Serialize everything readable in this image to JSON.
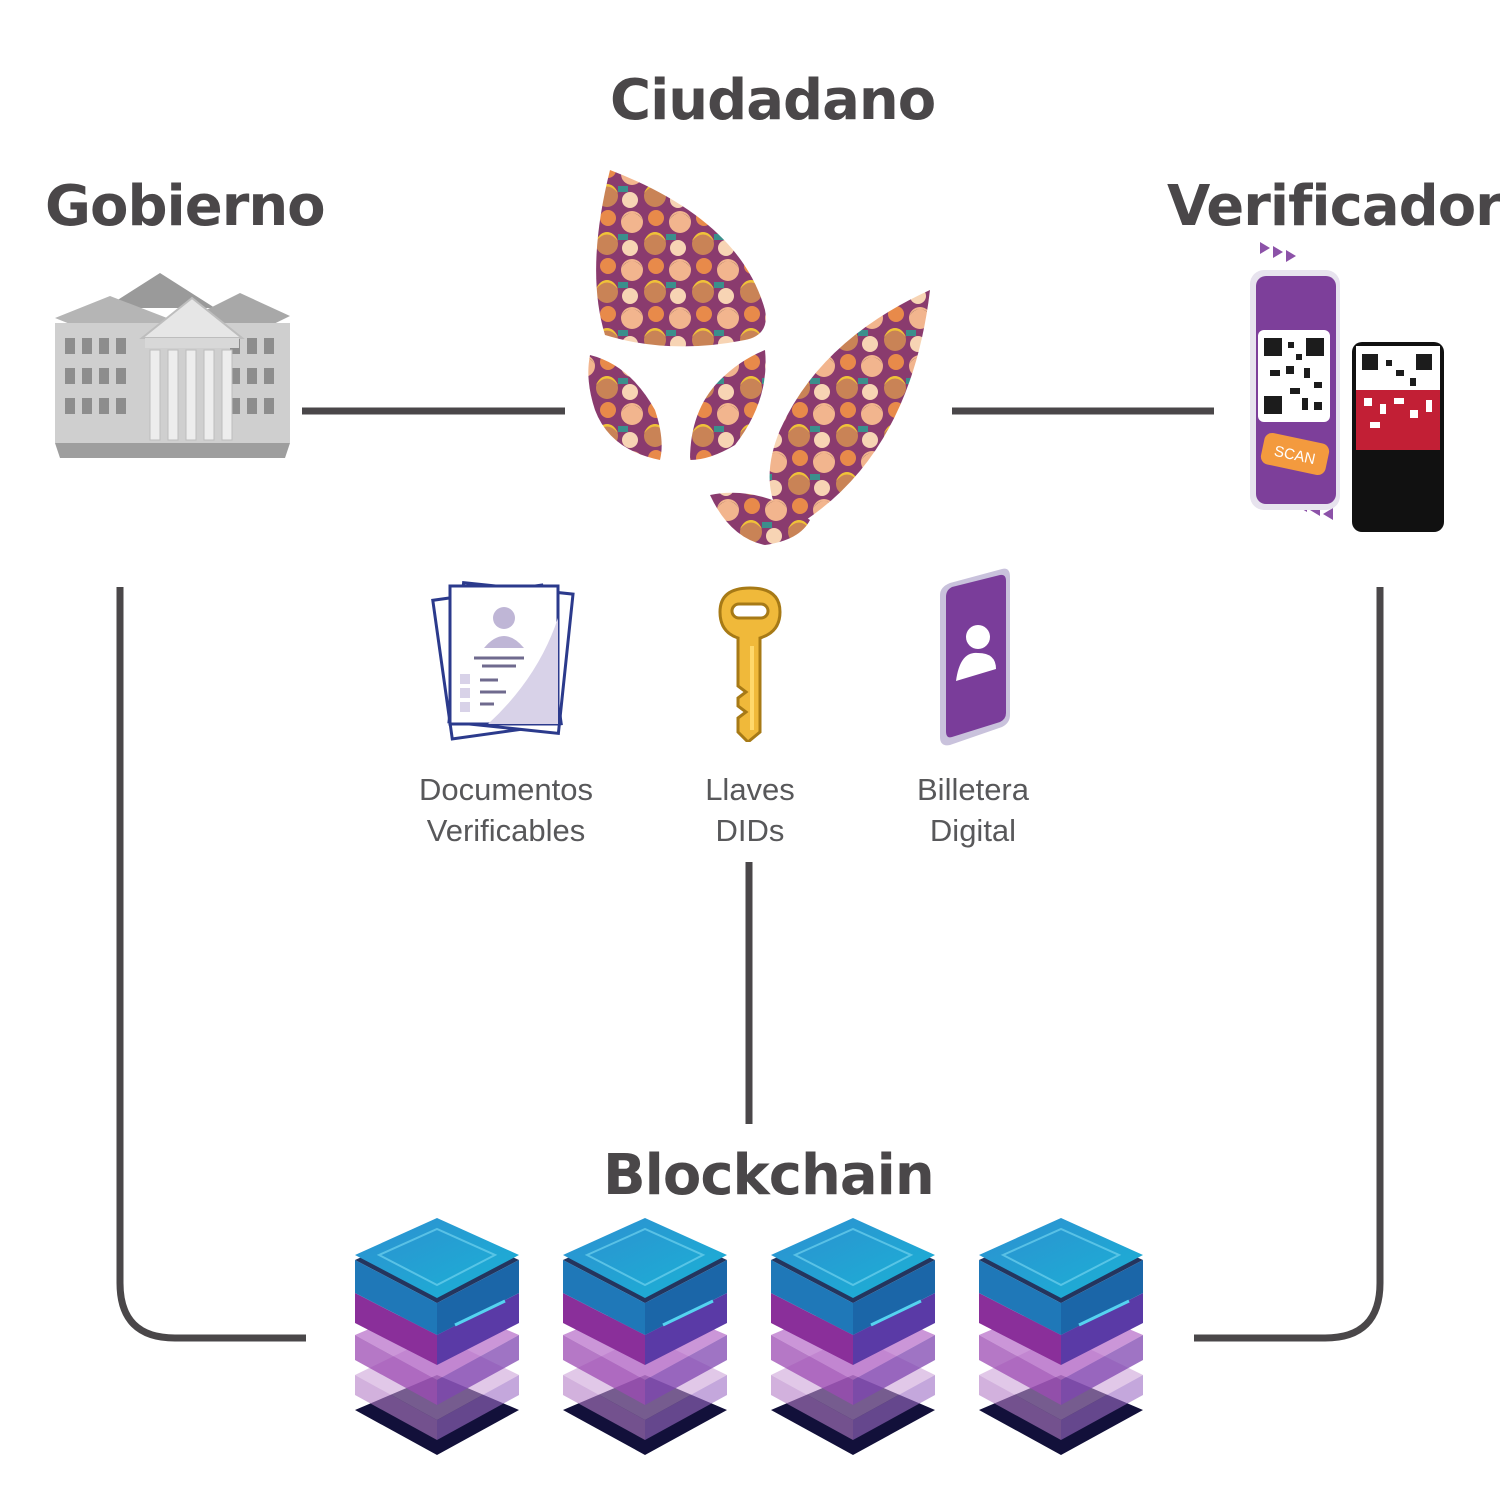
{
  "nodes": {
    "citizen": {
      "title": "Ciudadano"
    },
    "government": {
      "title": "Gobierno"
    },
    "verifier": {
      "title": "Verificador",
      "scan_label": "SCAN"
    },
    "blockchain": {
      "title": "Blockchain"
    }
  },
  "items": [
    {
      "line1": "Documentos",
      "line2": "Verificables",
      "icon": "documents-icon"
    },
    {
      "line1": "Llaves",
      "line2": "DIDs",
      "icon": "key-icon"
    },
    {
      "line1": "Billetera",
      "line2": "Digital",
      "icon": "wallet-phone-icon"
    }
  ],
  "colors": {
    "title": "#4a4749",
    "connector": "#4a4749",
    "label": "#58585a",
    "purple": "#7b3f98",
    "blockchain_top": "#1aa0cc",
    "key_gold": "#f0b93a"
  }
}
